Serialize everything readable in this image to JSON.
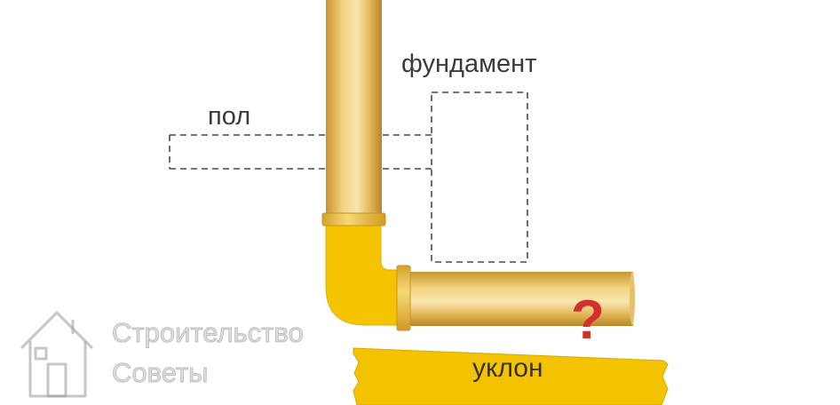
{
  "labels": {
    "foundation": "фундамент",
    "floor": "пол",
    "slope": "уклон",
    "question": "?"
  },
  "watermark": {
    "line1": "Строительство",
    "line2": "Советы",
    "icon": "house-icon"
  },
  "colors": {
    "pipe_light": "#f6dfa0",
    "pipe_dark": "#c8962e",
    "elbow_yellow": "#f5c400",
    "ground_yellow": "#f3c200",
    "question_red": "#d0322c",
    "dashed_line": "#4a4a4a"
  }
}
